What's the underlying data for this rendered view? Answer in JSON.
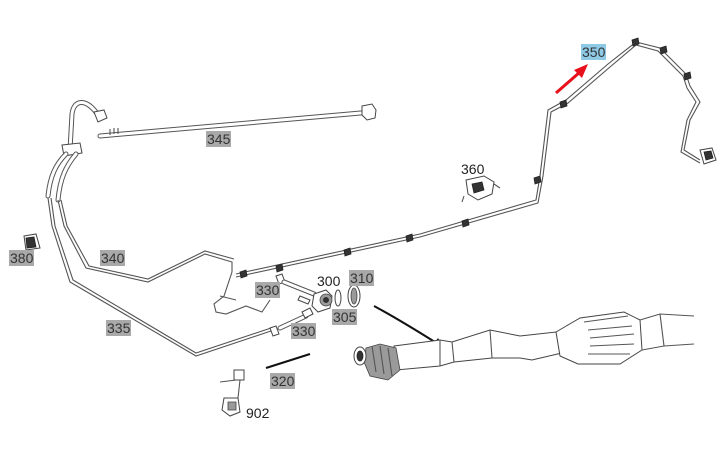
{
  "labels": {
    "l345": "345",
    "l350": "350",
    "l360": "360",
    "l380": "380",
    "l340": "340",
    "l335": "335",
    "l330a": "330",
    "l330b": "330",
    "l300": "300",
    "l310": "310",
    "l305": "305",
    "l320": "320",
    "l902": "902"
  },
  "colors": {
    "highlight": "#8ec9e6",
    "label_bg": "#a9a9a9",
    "arrow": "#e8101a"
  }
}
